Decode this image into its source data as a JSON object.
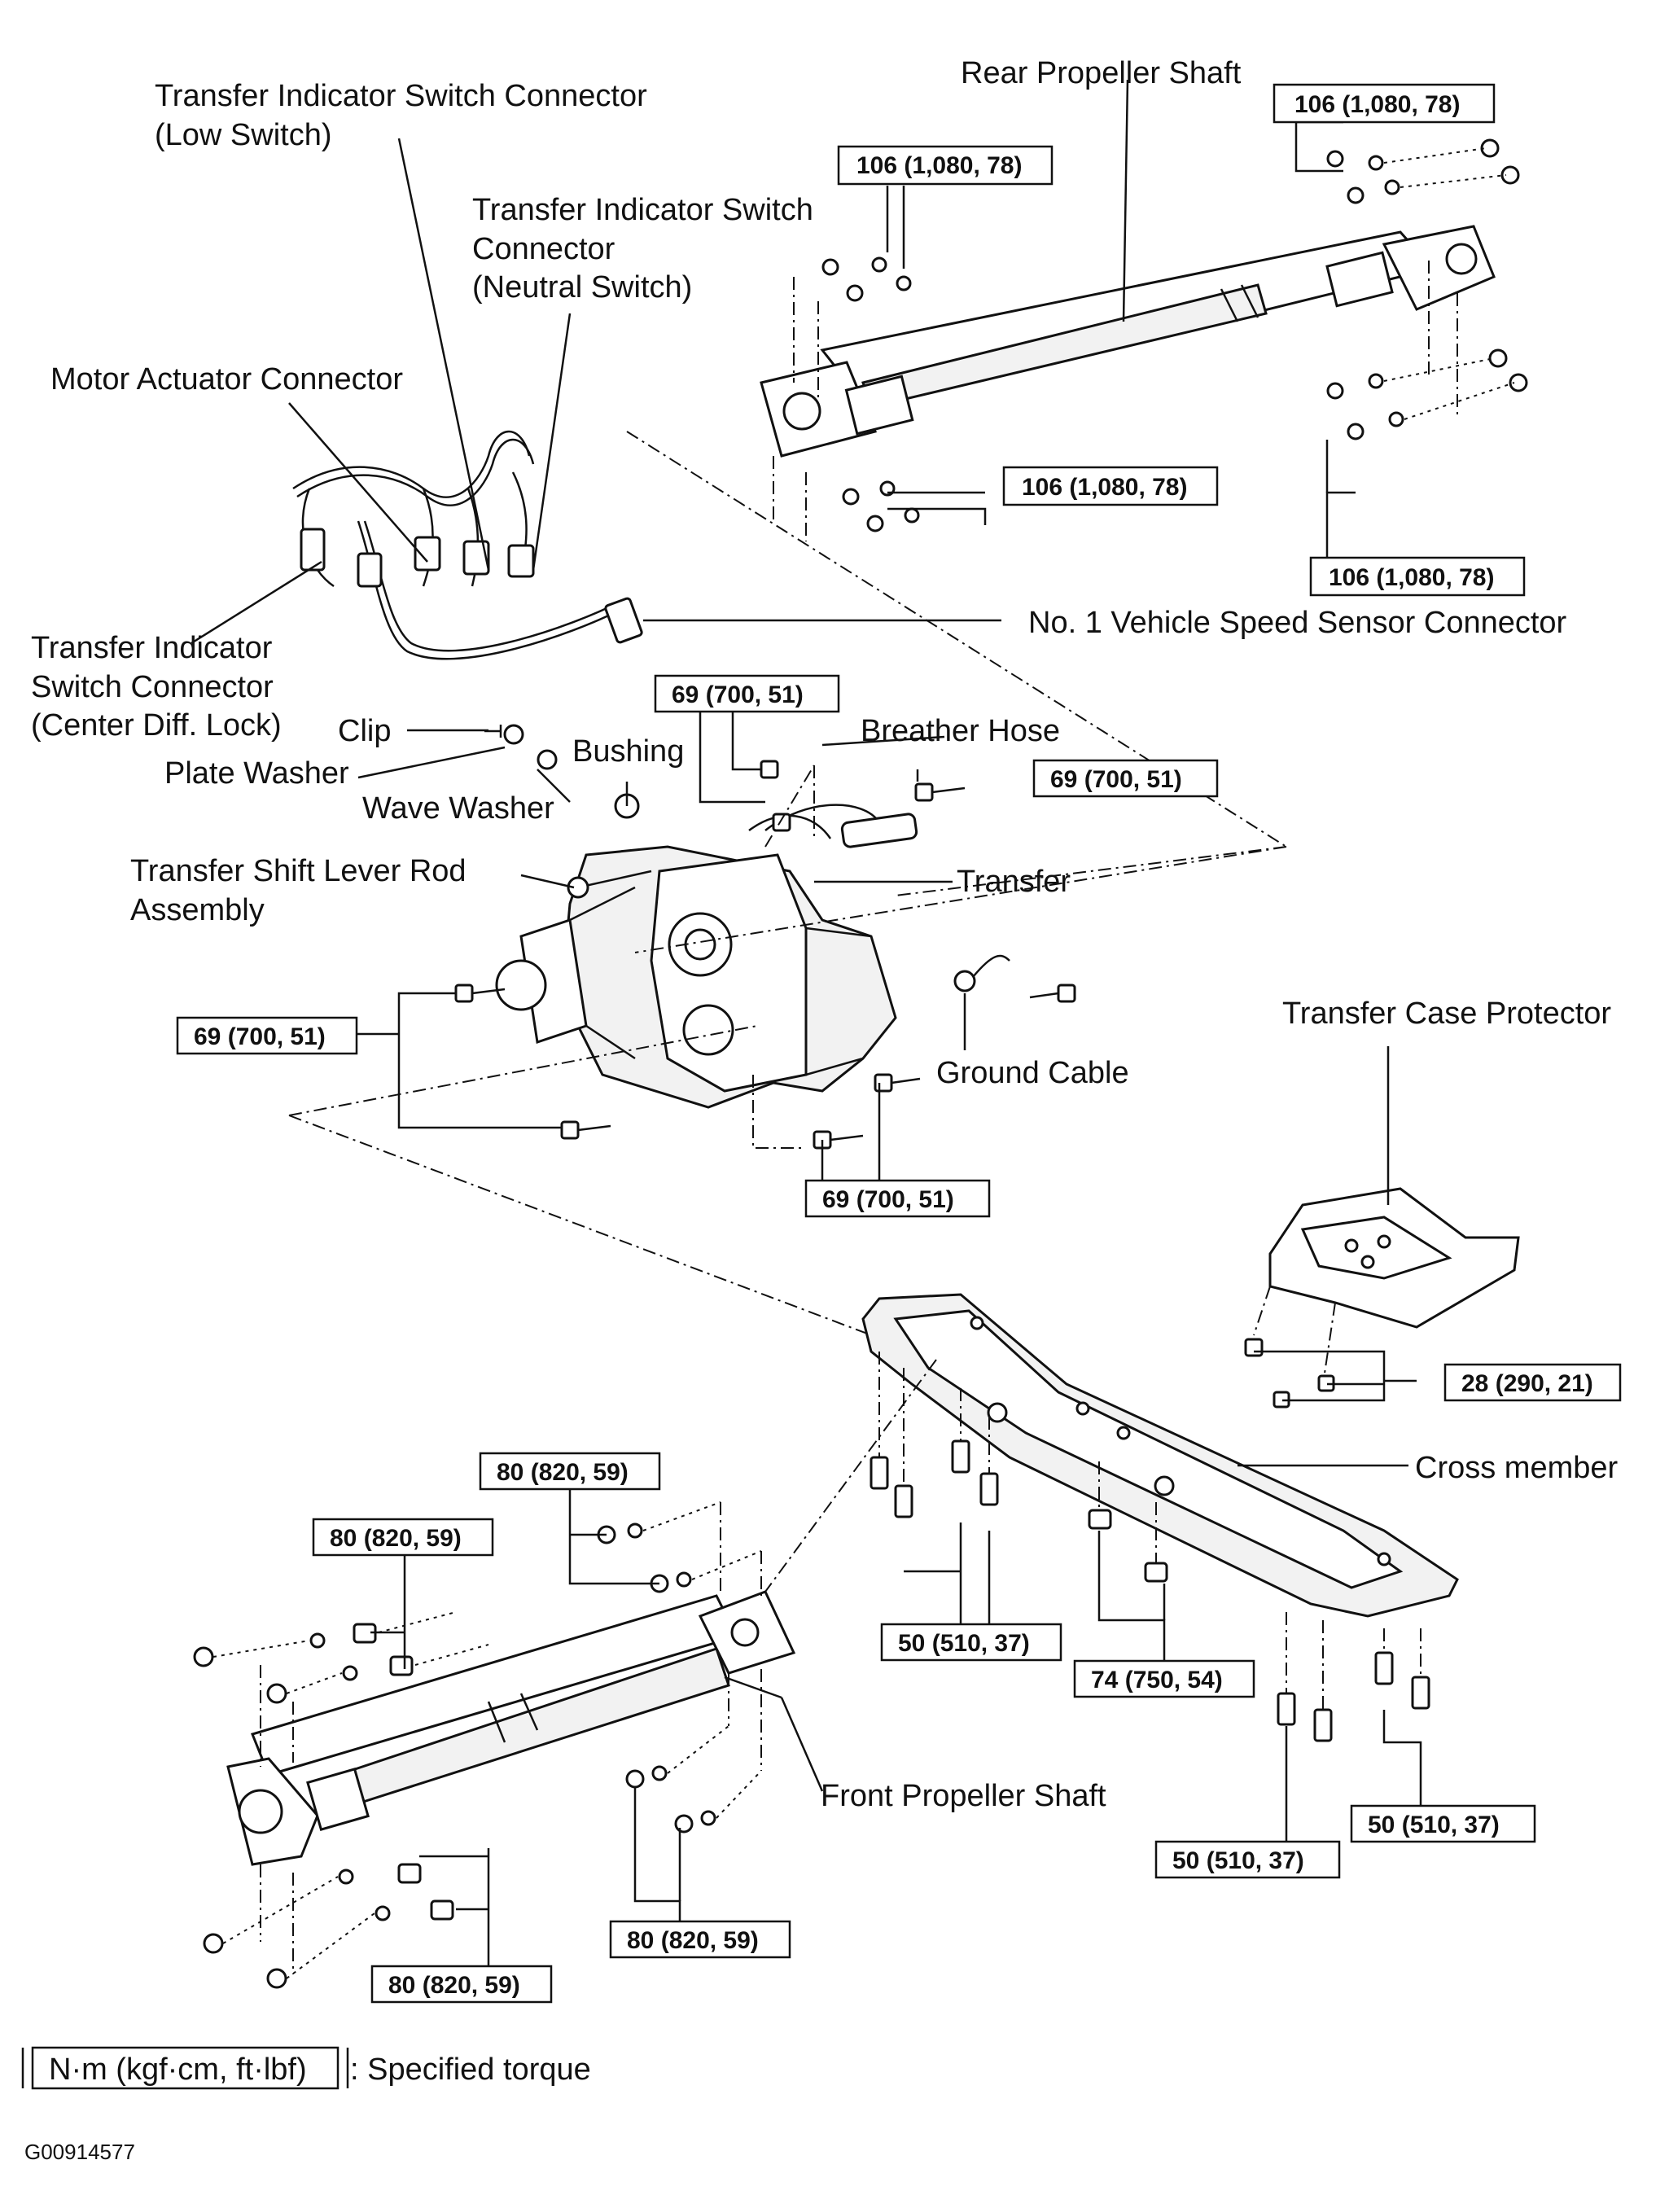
{
  "labels": {
    "rear_propeller_shaft": "Rear Propeller Shaft",
    "tis_low_1": "Transfer Indicator Switch Connector",
    "tis_low_2": "(Low Switch)",
    "tis_neutral_1": "Transfer Indicator Switch",
    "tis_neutral_2": "Connector",
    "tis_neutral_3": "(Neutral Switch)",
    "motor_actuator": "Motor Actuator Connector",
    "tis_center_1": "Transfer Indicator",
    "tis_center_2": "Switch Connector",
    "tis_center_3": "(Center Diff. Lock)",
    "speed_sensor": "No. 1 Vehicle Speed Sensor Connector",
    "clip": "Clip",
    "plate_washer": "Plate Washer",
    "wave_washer": "Wave Washer",
    "bushing": "Bushing",
    "breather_hose": "Breather Hose",
    "shift_rod_1": "Transfer Shift Lever Rod",
    "shift_rod_2": "Assembly",
    "transfer": "Transfer",
    "ground_cable": "Ground Cable",
    "case_protector": "Transfer Case Protector",
    "cross_member": "Cross member",
    "front_propeller_shaft": "Front Propeller Shaft"
  },
  "torques": {
    "t106_top_right": "106 (1,080, 78)",
    "t106_top_left": "106 (1,080, 78)",
    "t106_mid": "106 (1,080, 78)",
    "t106_right_low": "106 (1,080, 78)",
    "t69_top": "69 (700, 51)",
    "t69_right": "69 (700, 51)",
    "t69_left": "69 (700, 51)",
    "t69_bottom": "69 (700, 51)",
    "t28": "28 (290, 21)",
    "t80_top": "80 (820, 59)",
    "t80_left": "80 (820, 59)",
    "t50_mid": "50 (510, 37)",
    "t74": "74 (750, 54)",
    "t50_right": "50 (510, 37)",
    "t50_bottom": "50 (510, 37)",
    "t80_bottom_mid": "80 (820, 59)",
    "t80_bottom_left": "80 (820, 59)"
  },
  "legend": {
    "unit": "N·m (kgf·cm, ft·lbf)",
    "text": ": Specified torque"
  },
  "figure_id": "G00914577"
}
